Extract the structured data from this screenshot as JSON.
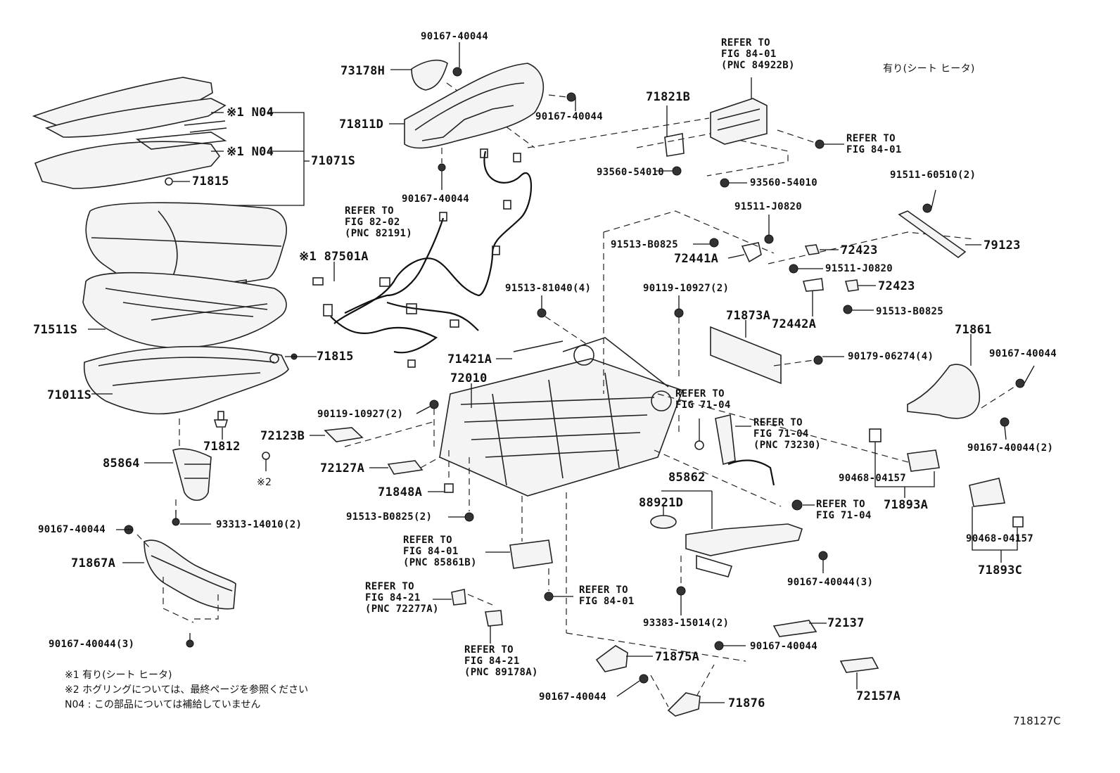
{
  "labels": {
    "p73178H": "73178H",
    "p90167_a": "90167-40044",
    "p71811D": "71811D",
    "p90167_b": "90167-40044",
    "p90167_c": "90167-40044",
    "p71821B": "71821B",
    "ref_84922B": [
      "REFER TO",
      "FIG 84-01",
      "(PNC 84922B)"
    ],
    "jp_heater_top": "有り(シート ヒータ)",
    "ref_8401_a": [
      "REFER TO",
      "FIG 84-01"
    ],
    "n04_a": "※1 N04",
    "n04_b": "※1 N04",
    "p71071S": "71071S",
    "p71815_a": "71815",
    "p93560_a": "93560-54010",
    "p93560_b": "93560-54010",
    "p91511_60510": "91511-60510(2)",
    "ref_82191": [
      "REFER TO",
      "FIG 82-02",
      "(PNC 82191)"
    ],
    "p91511_J0820_a": "91511-J0820",
    "p91513_B0825_a": "91513-B0825",
    "p72423_a": "72423",
    "p79123": "79123",
    "p72441A": "72441A",
    "p91511_J0820_b": "91511-J0820",
    "p87501A": "※1 87501A",
    "p72423_b": "72423",
    "p91513_81040": "91513-81040(4)",
    "p90119_10927_a": "90119-10927(2)",
    "p91513_B0825_b": "91513-B0825",
    "p72442A": "72442A",
    "p71873A": "71873A",
    "p71861": "71861",
    "p71511S": "71511S",
    "p71815_b": "71815",
    "p71421A": "71421A",
    "p90179": "90179-06274(4)",
    "p90167_d": "90167-40044",
    "p72010": "72010",
    "p71011S": "71011S",
    "ref_7104_a": [
      "REFER TO",
      "FIG 71-04"
    ],
    "p90119_10927_b": "90119-10927(2)",
    "ref_73230": [
      "REFER TO",
      "FIG 71-04",
      "(PNC 73230)"
    ],
    "p72123B": "72123B",
    "p71812": "71812",
    "p90167_e": "90167-40044(2)",
    "p85864": "85864",
    "p72127A": "72127A",
    "hog": "※2",
    "p85862": "85862",
    "p90468_a": "90468-04157",
    "p71848A": "71848A",
    "p88921D": "88921D",
    "ref_7104_b": [
      "REFER TO",
      "FIG 71-04"
    ],
    "p71893A": "71893A",
    "p91513_B0825_c": "91513-B0825(2)",
    "p93313": "93313-14010(2)",
    "p90167_f": "90167-40044",
    "ref_85861B": [
      "REFER TO",
      "FIG 84-01",
      "(PNC 85861B)"
    ],
    "p90468_b": "90468-04157",
    "p71867A": "71867A",
    "p71893C": "71893C",
    "p90167_g": "90167-40044(3)",
    "ref_72277A": [
      "REFER TO",
      "FIG 84-21",
      "(PNC 72277A)"
    ],
    "ref_8401_b": [
      "REFER TO",
      "FIG 84-01"
    ],
    "p93383": "93383-15014(2)",
    "p72137": "72137",
    "p90167_h": "90167-40044",
    "p90167_i": "90167-40044(3)",
    "p71875A": "71875A",
    "ref_89178A": [
      "REFER TO",
      "FIG 84-21",
      "(PNC 89178A)"
    ],
    "p72157A": "72157A",
    "p90167_j": "90167-40044",
    "p71876": "71876"
  },
  "notes": [
    "※1 有り(シート ヒータ)",
    "※2 ホグリングについては、最終ページを参照ください",
    "N04 : この部品については補給していません"
  ],
  "figure_number": "718127C"
}
